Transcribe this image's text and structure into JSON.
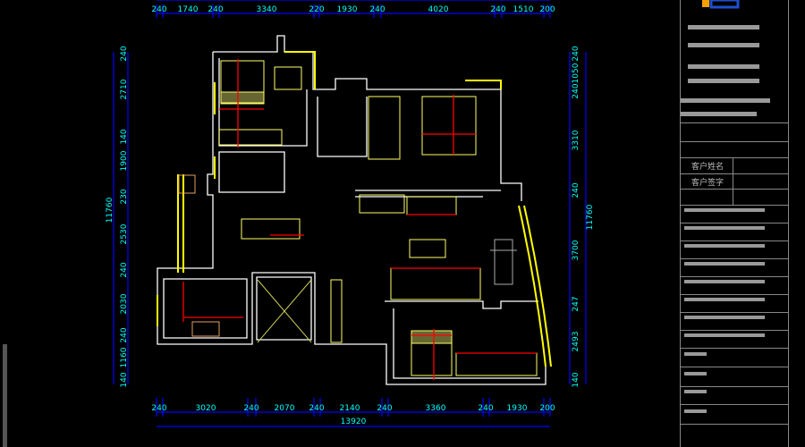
{
  "drawing": {
    "top_dims": [
      "240",
      "1740",
      "240",
      "3340",
      "220",
      "1930",
      "240",
      "4020",
      "240",
      "1510",
      "200"
    ],
    "bottom_dims": [
      "240",
      "3020",
      "240",
      "2070",
      "240",
      "2140",
      "240",
      "3360",
      "240",
      "1930",
      "200"
    ],
    "bottom_total": "13920",
    "left_dims": [
      "240",
      "2710",
      "140",
      "1900",
      "230",
      "2530",
      "240",
      "2030",
      "240",
      "1160",
      "140"
    ],
    "left_total": "11760",
    "right_dims": [
      "240",
      "1050",
      "240",
      "3310",
      "240",
      "3700",
      "247",
      "2493",
      "140"
    ],
    "right_total": "11760"
  },
  "title_block": {
    "client_name_label": "客户姓名",
    "client_sign_label": "客户签字"
  },
  "colors": {
    "wall": "#ffffff",
    "furniture": "#ffff66",
    "dimension_line": "#0000ff",
    "dimension_text": "#00ffff",
    "annotation": "#ff0000",
    "logo_orange": "#f5a000",
    "logo_blue": "#1f4fd0"
  }
}
